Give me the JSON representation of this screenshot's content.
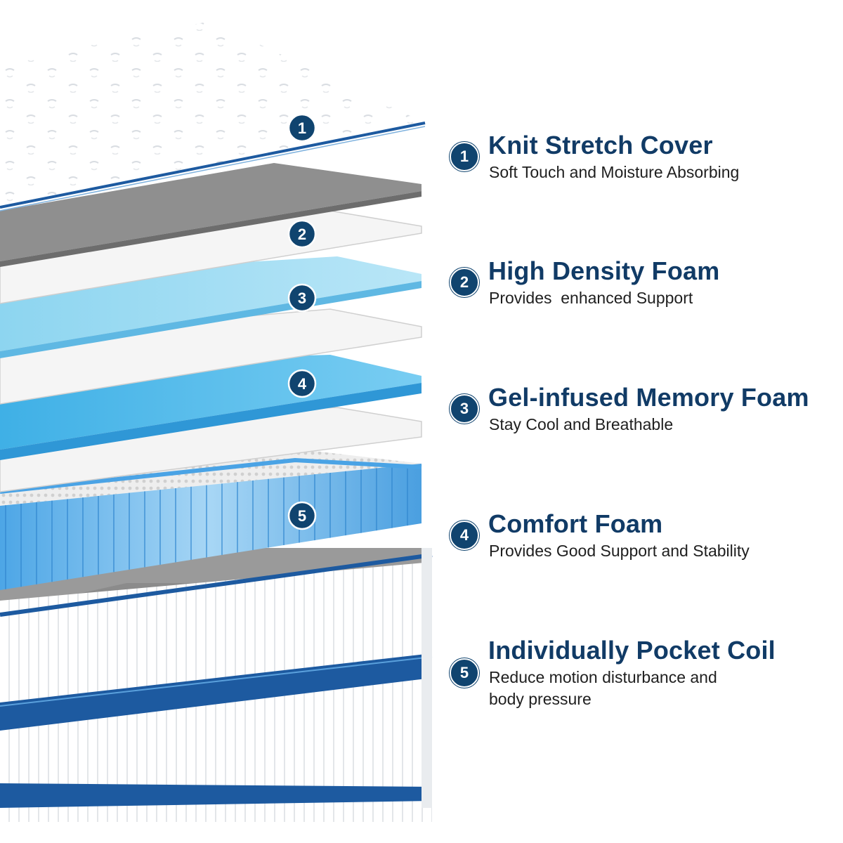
{
  "colors": {
    "navy": "#10446f",
    "title": "#113b66",
    "gel_blue": "#6ec6ea",
    "comfort_blue": "#4fb3e8",
    "grey_foam": "#8d8d8d",
    "white_layer": "#f2f2f2"
  },
  "layers": [
    {
      "id": "knit-cover",
      "number": "1"
    },
    {
      "id": "high-density-foam",
      "number": "2"
    },
    {
      "id": "gel-memory-foam",
      "number": "3"
    },
    {
      "id": "comfort-foam",
      "number": "4"
    },
    {
      "id": "pocket-coil",
      "number": "5"
    }
  ],
  "features": [
    {
      "number": "1",
      "title": "Knit Stretch Cover",
      "description": "Soft Touch and Moisture Absorbing"
    },
    {
      "number": "2",
      "title": "High Density Foam",
      "description": "Provides  enhanced Support"
    },
    {
      "number": "3",
      "title": "Gel-infused Memory Foam",
      "description": "Stay Cool and Breathable"
    },
    {
      "number": "4",
      "title": "Comfort Foam",
      "description": "Provides Good Support and Stability"
    },
    {
      "number": "5",
      "title": "Individually Pocket Coil",
      "description": "Reduce motion disturbance and\nbody pressure"
    }
  ]
}
